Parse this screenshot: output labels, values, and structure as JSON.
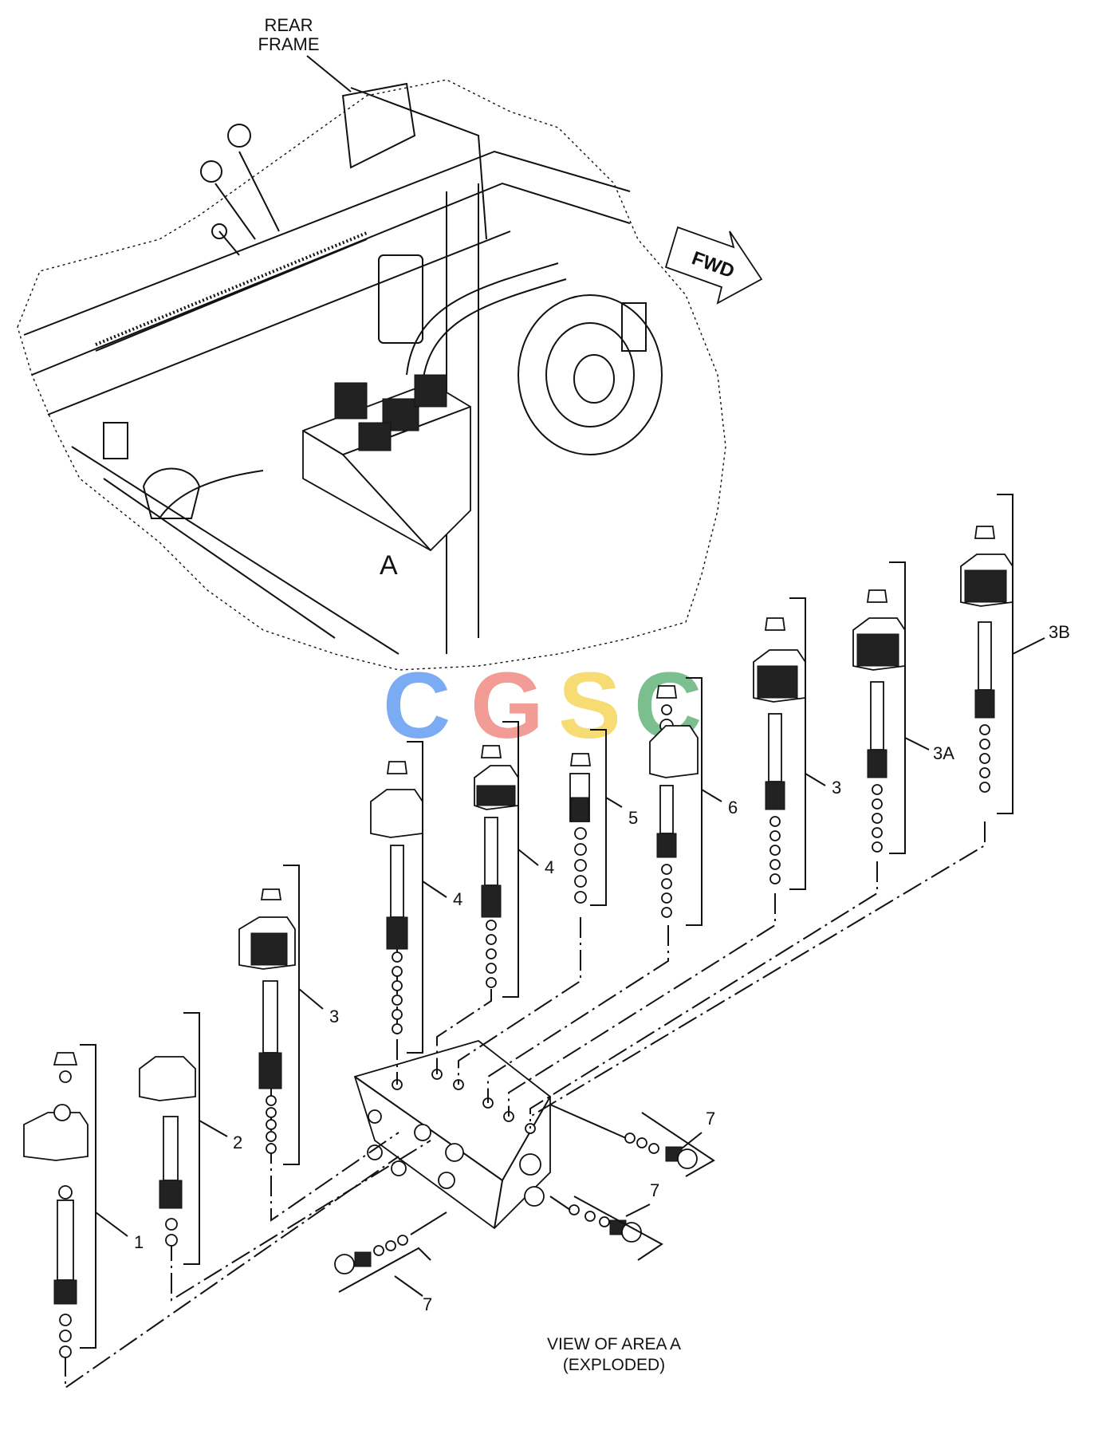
{
  "labels": {
    "rear_frame": [
      "REAR",
      "FRAME"
    ],
    "area_marker": "A",
    "fwd": "FWD",
    "view_caption": [
      "VIEW OF AREA  A",
      "(EXPLODED)"
    ],
    "callouts": [
      "1",
      "2",
      "3",
      "4",
      "4",
      "5",
      "6",
      "3",
      "3A",
      "3B",
      "7",
      "7",
      "7"
    ]
  },
  "watermark": {
    "letters": [
      "C",
      "G",
      "S",
      "C"
    ],
    "colors": [
      "#4f8ff0",
      "#f07a72",
      "#f5cf45",
      "#4faa6a"
    ]
  }
}
